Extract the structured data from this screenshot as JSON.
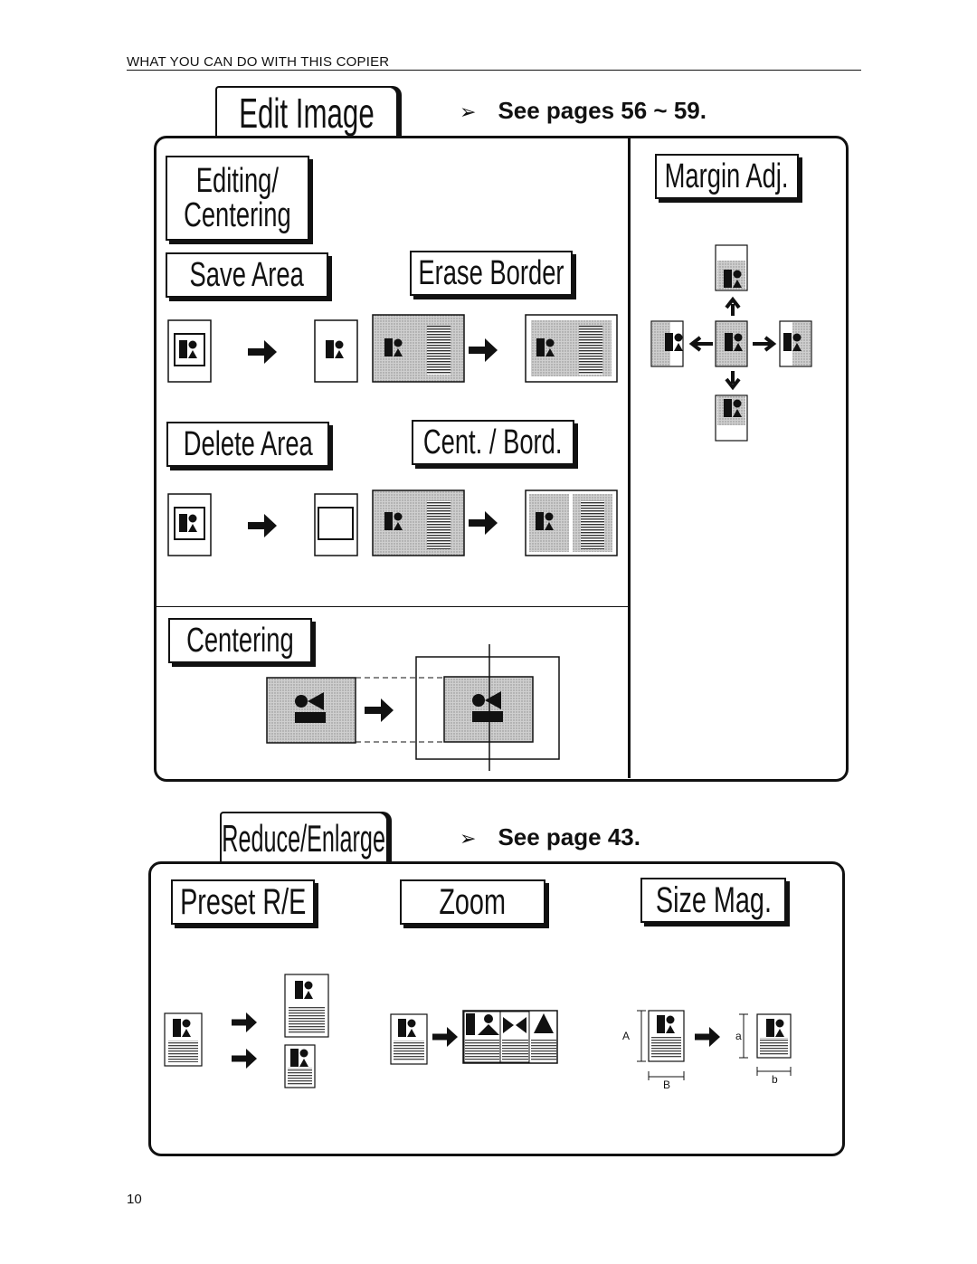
{
  "header": {
    "section_title": "WHAT YOU CAN DO WITH THIS COPIER"
  },
  "edit_image": {
    "tab_label": "Edit Image",
    "see_pages": "See pages 56 ~ 59.",
    "keys": {
      "editing_line1": "Editing/",
      "editing_line2": "Centering",
      "save_area": "Save Area",
      "erase_border": "Erase Border",
      "delete_area": "Delete Area",
      "cent_bord": "Cent. / Bord.",
      "centering": "Centering",
      "margin_adj": "Margin Adj."
    }
  },
  "reduce_enlarge": {
    "tab_label": "Reduce/Enlarge",
    "see_page": "See page 43.",
    "keys": {
      "preset": "Preset R/E",
      "zoom": "Zoom",
      "size_mag": "Size Mag."
    },
    "dimension_labels": {
      "A": "A",
      "B": "B",
      "a": "a",
      "b": "b"
    }
  },
  "footer": {
    "page_number": "10"
  },
  "icons": [
    "pointer-arrowhead-icon",
    "document-icon",
    "right-arrow-icon",
    "up-arrow-icon",
    "down-arrow-icon",
    "left-arrow-icon"
  ]
}
